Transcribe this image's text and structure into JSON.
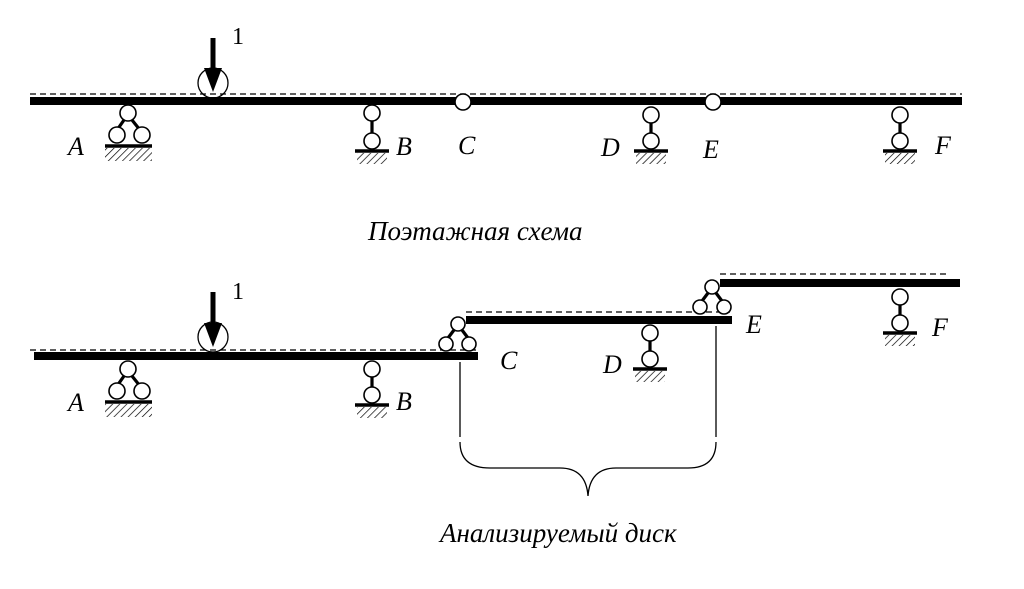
{
  "diagram": {
    "force_label": "1",
    "points": {
      "A": "A",
      "B": "B",
      "C": "C",
      "D": "D",
      "E": "E",
      "F": "F"
    },
    "captions": {
      "floor_scheme": "Поэтажная схема",
      "analyzed_disk": "Анализируемый диск"
    }
  }
}
